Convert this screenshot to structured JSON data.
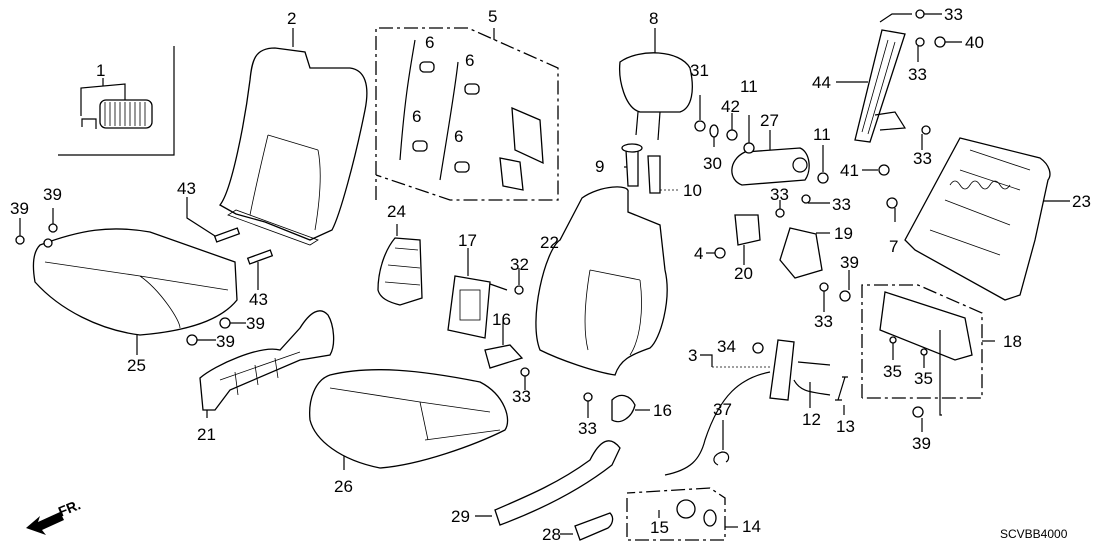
{
  "diagram": {
    "type": "exploded parts diagram",
    "subject": "front seat assembly",
    "code": "SCVBB4000",
    "direction_label": "FR.",
    "callouts": [
      {
        "id": "c1",
        "text": "1"
      },
      {
        "id": "c2",
        "text": "2"
      },
      {
        "id": "c3",
        "text": "3"
      },
      {
        "id": "c4",
        "text": "4"
      },
      {
        "id": "c5",
        "text": "5"
      },
      {
        "id": "c6a",
        "text": "6"
      },
      {
        "id": "c6b",
        "text": "6"
      },
      {
        "id": "c6c",
        "text": "6"
      },
      {
        "id": "c6d",
        "text": "6"
      },
      {
        "id": "c7",
        "text": "7"
      },
      {
        "id": "c8",
        "text": "8"
      },
      {
        "id": "c9",
        "text": "9"
      },
      {
        "id": "c10",
        "text": "10"
      },
      {
        "id": "c11a",
        "text": "11"
      },
      {
        "id": "c11b",
        "text": "11"
      },
      {
        "id": "c12",
        "text": "12"
      },
      {
        "id": "c13",
        "text": "13"
      },
      {
        "id": "c14",
        "text": "14"
      },
      {
        "id": "c15",
        "text": "15"
      },
      {
        "id": "c16a",
        "text": "16"
      },
      {
        "id": "c16b",
        "text": "16"
      },
      {
        "id": "c17",
        "text": "17"
      },
      {
        "id": "c18",
        "text": "18"
      },
      {
        "id": "c19",
        "text": "19"
      },
      {
        "id": "c20",
        "text": "20"
      },
      {
        "id": "c21",
        "text": "21"
      },
      {
        "id": "c22",
        "text": "22"
      },
      {
        "id": "c23",
        "text": "23"
      },
      {
        "id": "c24",
        "text": "24"
      },
      {
        "id": "c25",
        "text": "25"
      },
      {
        "id": "c26",
        "text": "26"
      },
      {
        "id": "c27",
        "text": "27"
      },
      {
        "id": "c28",
        "text": "28"
      },
      {
        "id": "c29",
        "text": "29"
      },
      {
        "id": "c30",
        "text": "30"
      },
      {
        "id": "c31",
        "text": "31"
      },
      {
        "id": "c32",
        "text": "32"
      },
      {
        "id": "c33a",
        "text": "33"
      },
      {
        "id": "c33b",
        "text": "33"
      },
      {
        "id": "c33c",
        "text": "33"
      },
      {
        "id": "c33d",
        "text": "33"
      },
      {
        "id": "c33e",
        "text": "33"
      },
      {
        "id": "c33f",
        "text": "33"
      },
      {
        "id": "c33g",
        "text": "33"
      },
      {
        "id": "c33h",
        "text": "33"
      },
      {
        "id": "c34",
        "text": "34"
      },
      {
        "id": "c35a",
        "text": "35"
      },
      {
        "id": "c35b",
        "text": "35"
      },
      {
        "id": "c37",
        "text": "37"
      },
      {
        "id": "c39a",
        "text": "39"
      },
      {
        "id": "c39b",
        "text": "39"
      },
      {
        "id": "c39c",
        "text": "39"
      },
      {
        "id": "c39d",
        "text": "39"
      },
      {
        "id": "c39e",
        "text": "39"
      },
      {
        "id": "c39f",
        "text": "39"
      },
      {
        "id": "c40",
        "text": "40"
      },
      {
        "id": "c41",
        "text": "41"
      },
      {
        "id": "c42",
        "text": "42"
      },
      {
        "id": "c43a",
        "text": "43"
      },
      {
        "id": "c43b",
        "text": "43"
      },
      {
        "id": "c44",
        "text": "44"
      }
    ]
  }
}
